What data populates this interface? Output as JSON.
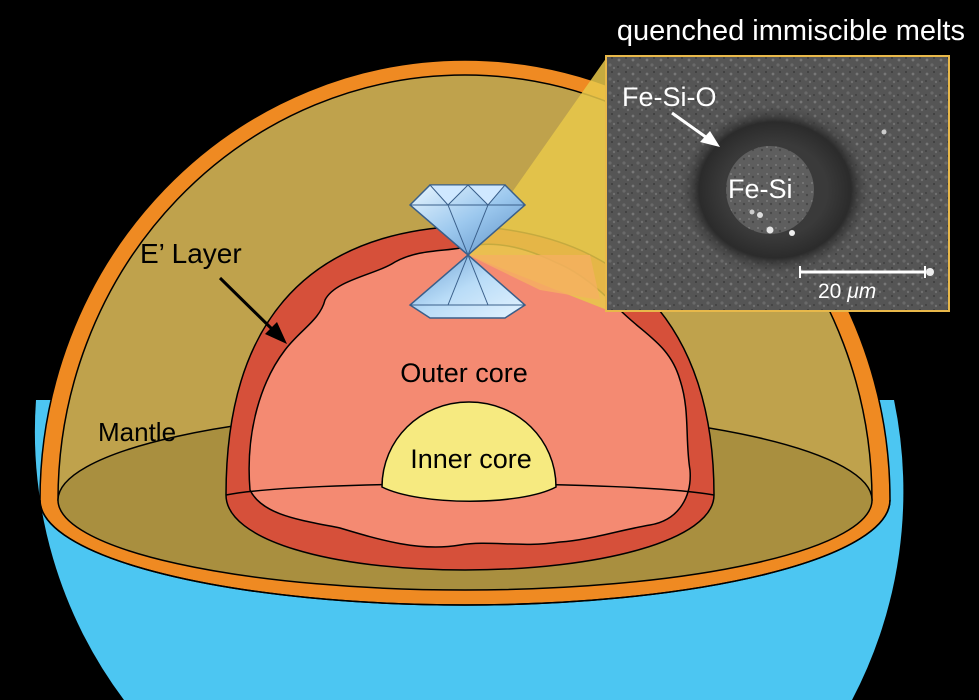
{
  "title": "quenched immiscible melts",
  "labels": {
    "e_layer": "E’ Layer",
    "mantle": "Mantle",
    "outer_core": "Outer core",
    "inner_core": "Inner core"
  },
  "inset": {
    "fe_si_o": "Fe-Si-O",
    "fe_si": "Fe-Si",
    "scale_value": "20 ",
    "scale_unit": "μm"
  },
  "colors": {
    "background": "#000000",
    "ocean": "#4cc6f2",
    "crust": "#ef8a22",
    "mantle": "#bfa24c",
    "mantle_cut": "#a98f3f",
    "e_layer": "#d6503a",
    "outer_core": "#f48a72",
    "inner_core": "#f6ea80",
    "inset_border": "#e8b84a",
    "wedge": "#e8c84a"
  }
}
